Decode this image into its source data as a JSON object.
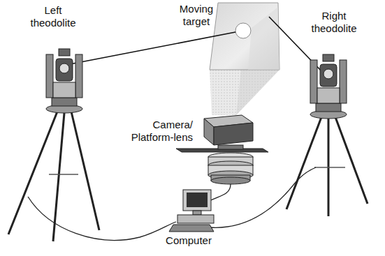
{
  "diagram": {
    "labels": [
      "Moving target",
      "Left theodolite",
      "Right theodolite",
      "Camera/ Platform-lens",
      "Computer"
    ]
  }
}
